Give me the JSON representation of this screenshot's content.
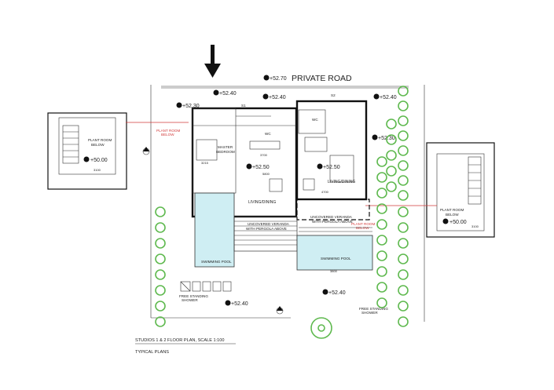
{
  "labels": {
    "private_road": "PRIVATE ROAD",
    "level_5270": "+52.70",
    "level_5240_a": "+52.40",
    "level_5240_b": "+52.40",
    "level_5240_c": "+52.40",
    "level_5240_d": "+52.40",
    "level_5240_e": "+52.40",
    "level_5230_a": "+52.30",
    "level_5230_b": "+52.30",
    "level_5250_a": "+52.50",
    "level_5250_b": "+52.50",
    "level_5000_a": "+50.00",
    "level_5000_b": "+50.00",
    "plant_room_below_a": "PLANT ROOM",
    "plant_room_below_a2": "BELOW",
    "plant_room_below_b": "PLANT ROOM",
    "plant_room_below_b2": "BELOW",
    "plant_room_red_a": "PLANT ROOM",
    "plant_room_red_a2": "BELOW",
    "plant_room_red_b": "PLANT ROOM",
    "plant_room_red_b2": "BELOW",
    "master_bedroom": "MASTER",
    "master_bedroom2": "BEDROOM",
    "living_dining_a": "LIVING/DINING",
    "living_dining_b": "LIVING/DINING",
    "veranda_a": "UNCOVERED VERANDA",
    "veranda_a2": "WITH PERGOLA ABOVE",
    "veranda_b": "UNCOVERED VERANDA",
    "veranda_b2": "WITH PERGOLA ABOVE",
    "pool_a": "SWIMMING POOL",
    "pool_b": "SWIMMING POOL",
    "shower_a": "FREE STANDING",
    "shower_a2": "SHOWER",
    "shower_b": "FREE STANDING",
    "shower_b2": "SHOWER",
    "wc_a": "WC",
    "wc_b": "WC",
    "s1": "S1",
    "s2": "S2",
    "dim_3700": "3700",
    "dim_4700": "4700",
    "dim_5800": "5800",
    "dim_3800": "3800",
    "dim_3100_a": "3100",
    "dim_3100_b": "3100",
    "dim_3215": "3215",
    "title": "STUDIOS 1 & 2 FLOOR PLAN, SCALE 1:100",
    "subtitle": "TYPICAL PLANS"
  },
  "icons": [
    "north-arrow-icon",
    "level-marker-icon",
    "tree-icon"
  ],
  "colors": {
    "line": "#111111",
    "pool": "#cfeef3",
    "tree": "#5fb94f",
    "red_annotation": "#d23a3a"
  }
}
